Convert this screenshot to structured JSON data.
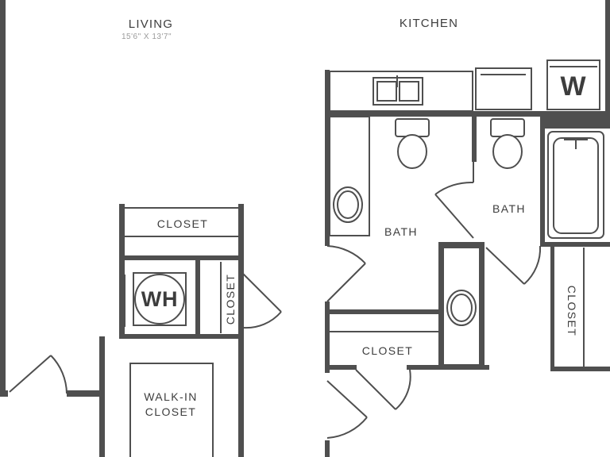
{
  "rooms": {
    "living": {
      "name": "LIVING",
      "dimensions": "15'6\" X 13'7\""
    },
    "kitchen": {
      "name": "KITCHEN"
    },
    "bath_1": {
      "name": "BATH"
    },
    "bath_2": {
      "name": "BATH"
    },
    "closet_top": {
      "name": "CLOSET"
    },
    "closet_vertical_center": {
      "name": "CLOSET"
    },
    "closet_center": {
      "name": "CLOSET"
    },
    "closet_right": {
      "name": "CLOSET"
    },
    "walk_in_closet": {
      "line1": "WALK-IN",
      "line2": "CLOSET"
    }
  },
  "fixtures": {
    "water_heater": "WH",
    "washer": "W"
  },
  "colors": {
    "wall": "#4f4f4f",
    "text": "#3d3d3d",
    "dimension_text": "#9a9a9a",
    "background": "#ffffff"
  }
}
